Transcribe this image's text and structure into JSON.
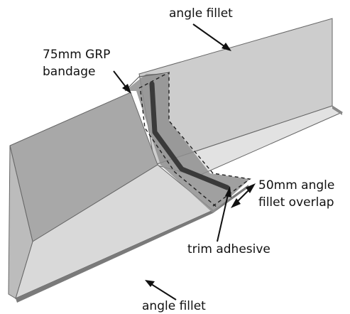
{
  "labels": {
    "top_fillet": "angle fillet",
    "bandage_line1": "75mm GRP",
    "bandage_line2": "bandage",
    "overlap_line1": "50mm angle",
    "overlap_line2": "fillet overlap",
    "trim": "trim adhesive",
    "bottom_fillet": "angle fillet"
  },
  "colors": {
    "fillet_back": "#cfcfcf",
    "fillet_front": "#a7a7a7",
    "floor": "#dcdcdc",
    "bandage": "#8e8e8e",
    "adhesive": "#3a3a3a",
    "edge": "#555555"
  }
}
